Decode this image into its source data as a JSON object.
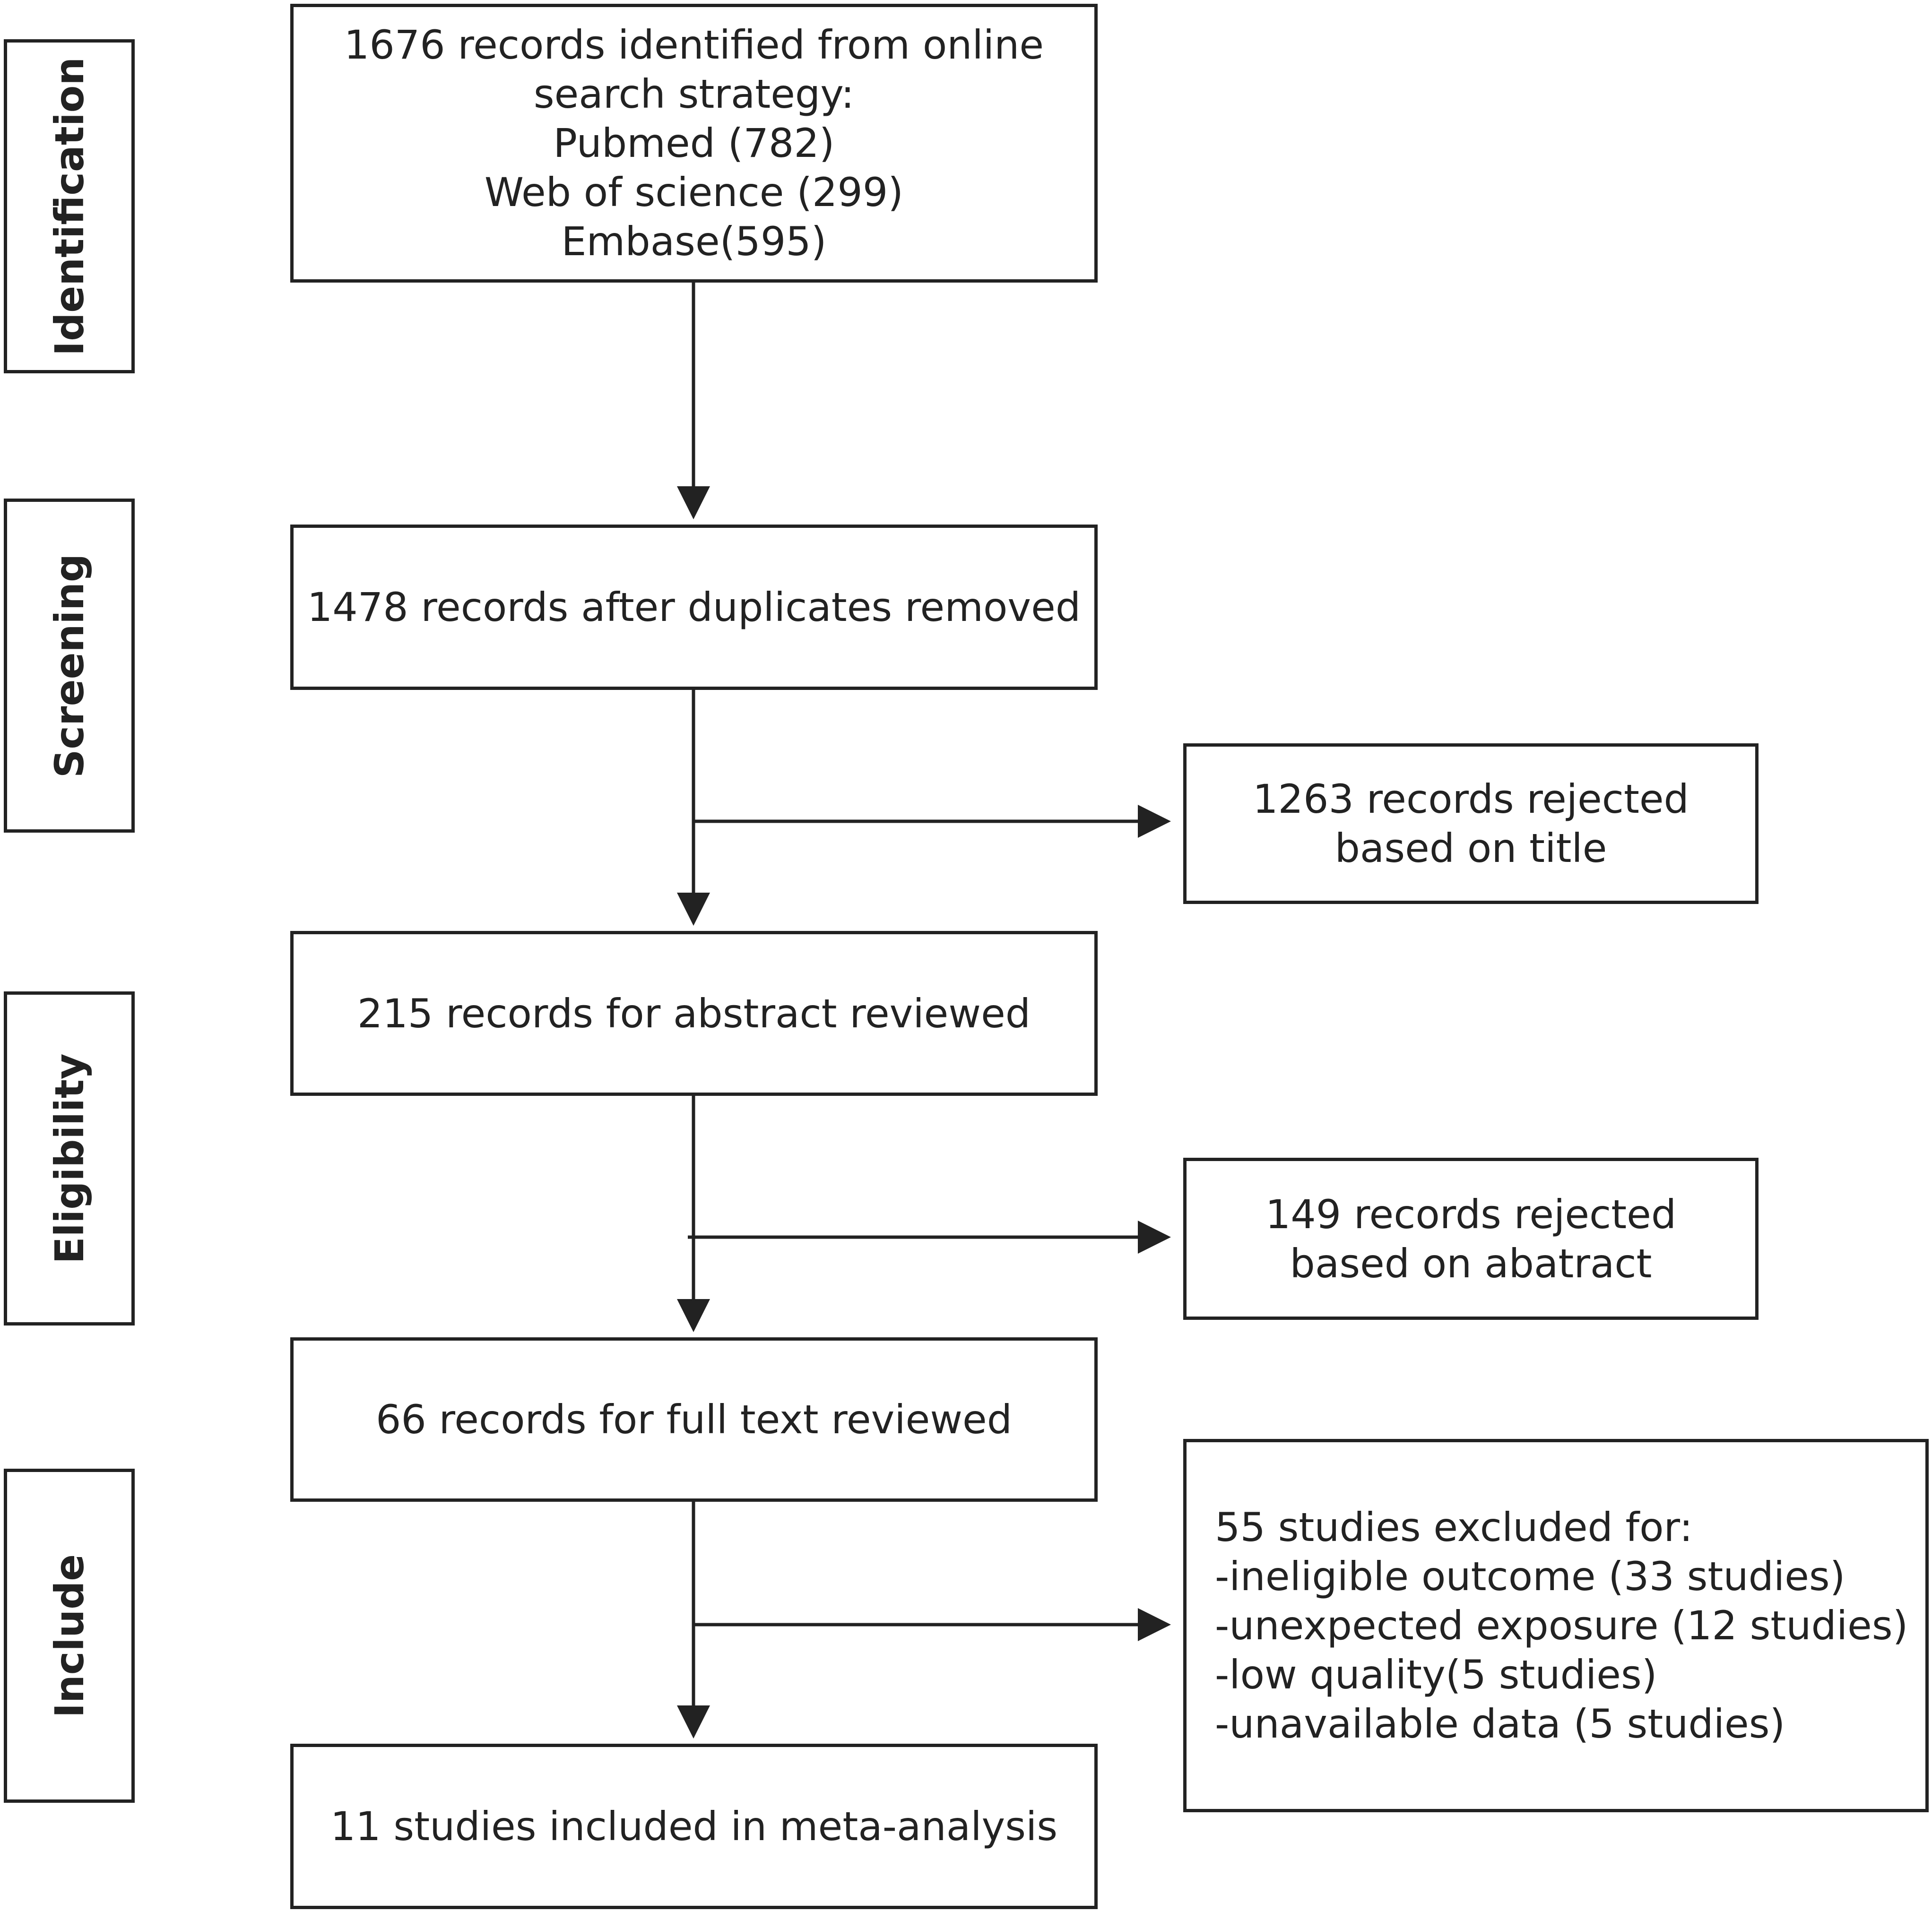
{
  "phases": {
    "identification": "Identification",
    "screening": "Screening",
    "eligibility": "Eligibility",
    "include": "Include"
  },
  "boxes": {
    "identified": {
      "lines": [
        "1676 records identified from online",
        "search strategy:",
        "Pubmed (782)",
        "Web of science (299)",
        "Embase(595)"
      ]
    },
    "duplicates_removed": {
      "lines": [
        "1478 records after duplicates removed"
      ]
    },
    "abstract_reviewed": {
      "lines": [
        "215 records for abstract reviewed"
      ]
    },
    "fulltext_reviewed": {
      "lines": [
        "66 records for full text reviewed"
      ]
    },
    "included": {
      "lines": [
        "11 studies included in meta-analysis"
      ]
    },
    "rejected_title": {
      "lines": [
        "1263 records rejected",
        "based on title"
      ]
    },
    "rejected_abstract": {
      "lines": [
        "149 records rejected",
        "based on abatract"
      ]
    },
    "excluded_fulltext": {
      "lines": [
        "55 studies excluded for:",
        "-ineligible outcome (33 studies)",
        "-unexpected exposure (12 studies)",
        "-low quality(5 studies)",
        "-unavailable data (5 studies)"
      ]
    }
  },
  "colors": {
    "stroke": "#222222",
    "background": "#ffffff",
    "text": "#222222"
  }
}
